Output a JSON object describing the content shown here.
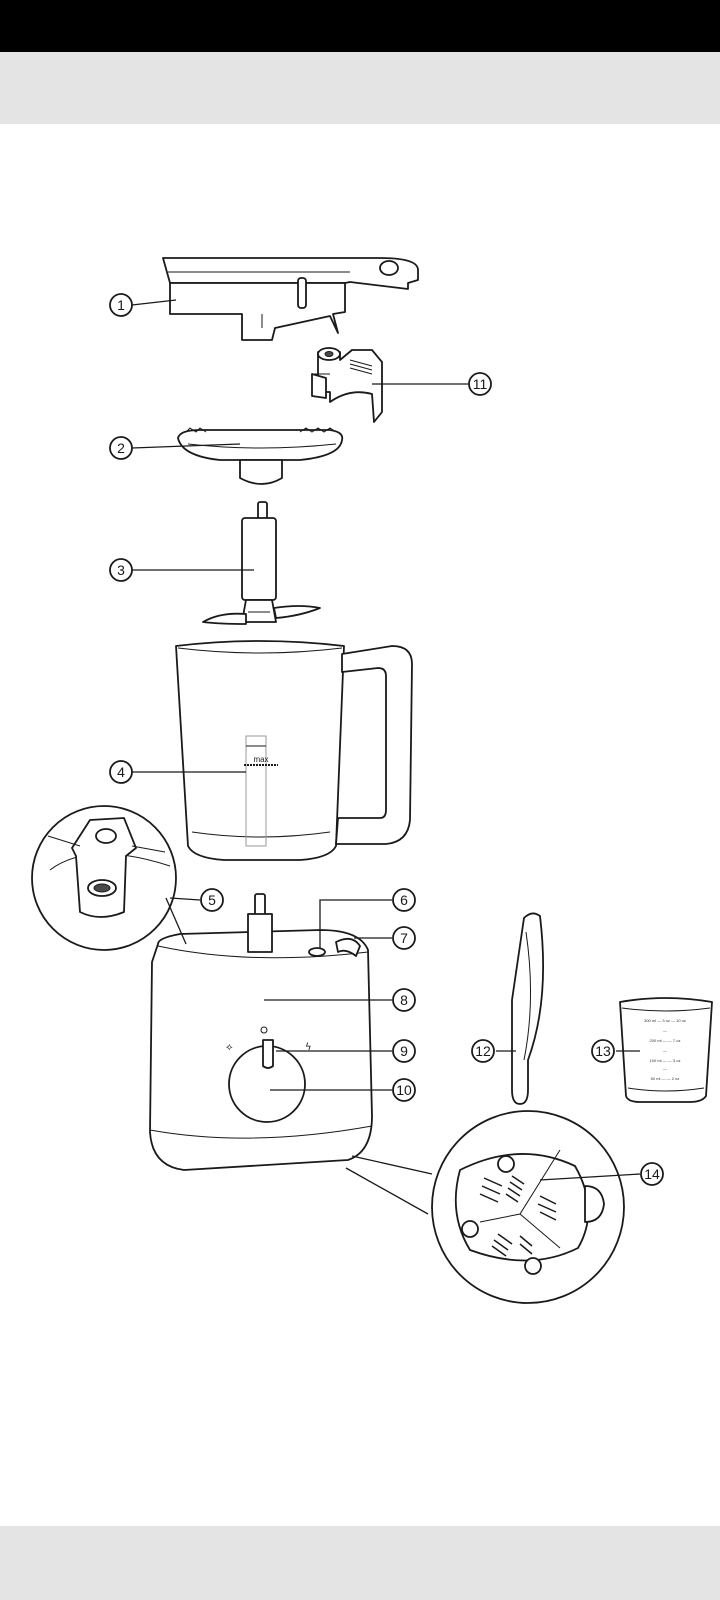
{
  "diagram": {
    "callouts": [
      {
        "n": "1"
      },
      {
        "n": "2"
      },
      {
        "n": "3"
      },
      {
        "n": "4"
      },
      {
        "n": "5"
      },
      {
        "n": "6"
      },
      {
        "n": "7"
      },
      {
        "n": "8"
      },
      {
        "n": "9"
      },
      {
        "n": "10"
      },
      {
        "n": "11"
      },
      {
        "n": "12"
      },
      {
        "n": "13"
      },
      {
        "n": "14"
      }
    ],
    "jug_max_label": "max",
    "beaker_marks": [
      "300 ml — 3 oz — 10 oz",
      "—",
      "200 ml — — 7 oz",
      "—",
      "100 ml — — 3 oz",
      "—",
      "50 ml — — 2 oz"
    ]
  }
}
